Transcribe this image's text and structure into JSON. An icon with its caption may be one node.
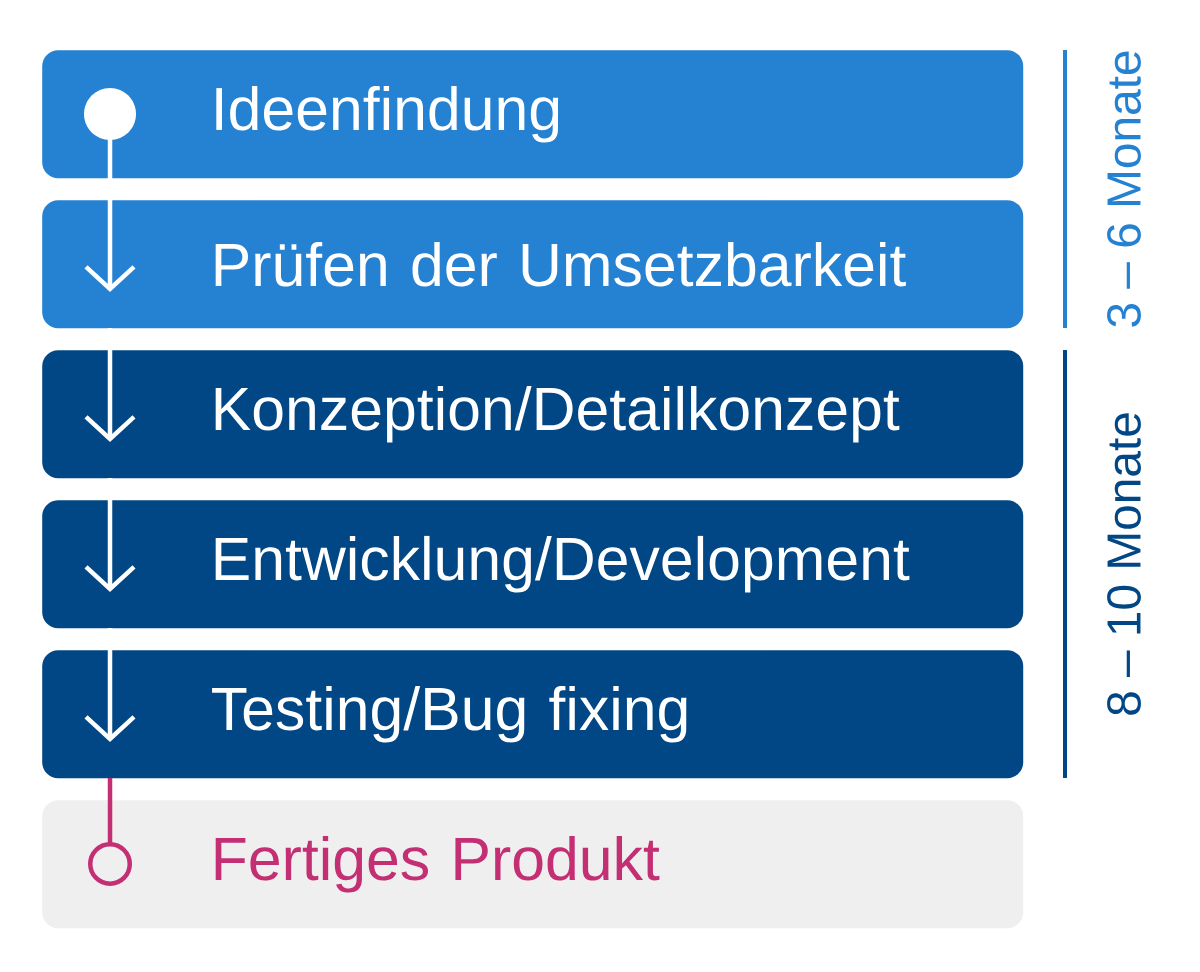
{
  "diagram": {
    "nodes": [
      {
        "text": [
          "Ideenfindung"
        ]
      },
      {
        "text": [
          "Prüfen der Umsetzbarkeit"
        ]
      },
      {
        "text": [
          "Konzeption/Detailkonzept"
        ]
      },
      {
        "text": [
          "Entwicklung/Development"
        ]
      },
      {
        "text": [
          "Testing/Bug fixing"
        ]
      },
      {
        "text": [
          "Fertiges Produkt"
        ]
      }
    ],
    "edges": [
      {
        "from": 0,
        "to": 1,
        "arrow": "to"
      },
      {
        "from": 1,
        "to": 2,
        "arrow": "to"
      },
      {
        "from": 2,
        "to": 3,
        "arrow": "to"
      },
      {
        "from": 3,
        "to": 4,
        "arrow": "to"
      },
      {
        "from": 4,
        "to": 5,
        "arrow": "other",
        "color": "#c42f74"
      }
    ],
    "labels": [
      "3 – 6 Monate",
      "8 – 10 Monate"
    ]
  }
}
